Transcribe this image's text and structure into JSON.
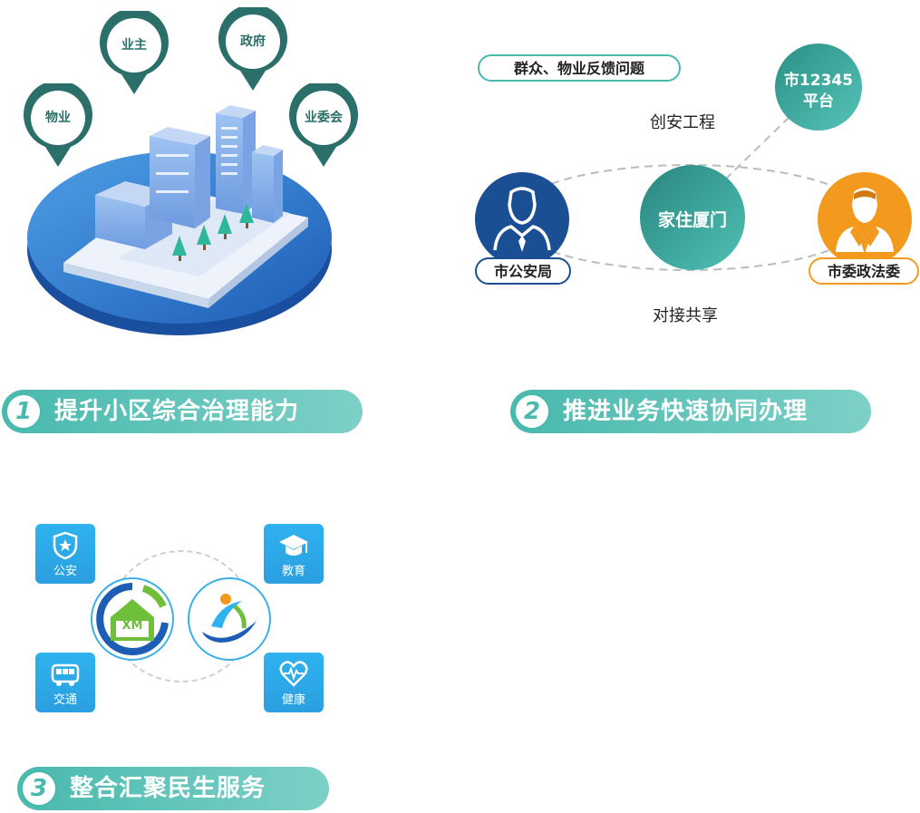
{
  "section1": {
    "number": "1",
    "title": "提升小区综合治理能力",
    "pins": [
      "物业",
      "业主",
      "政府",
      "业委会"
    ]
  },
  "section2": {
    "number": "2",
    "title": "推进业务快速协同办理",
    "feedback": "群众、物业反馈问题",
    "project": "创安工程",
    "platform_line1": "市12345",
    "platform_line2": "平台",
    "center": "家住厦门",
    "left_node": "市公安局",
    "right_node": "市委政法委",
    "share": "对接共享"
  },
  "section3": {
    "number": "3",
    "title": "整合汇聚民生服务",
    "logo_text": "XM",
    "services": [
      "公安",
      "教育",
      "交通",
      "健康"
    ]
  },
  "colors": {
    "teal": "#49b9ae",
    "dark_teal": "#2b6f6a",
    "navy": "#1b4f93",
    "orange": "#f39a1e",
    "service_blue": "#2fb2ef"
  }
}
